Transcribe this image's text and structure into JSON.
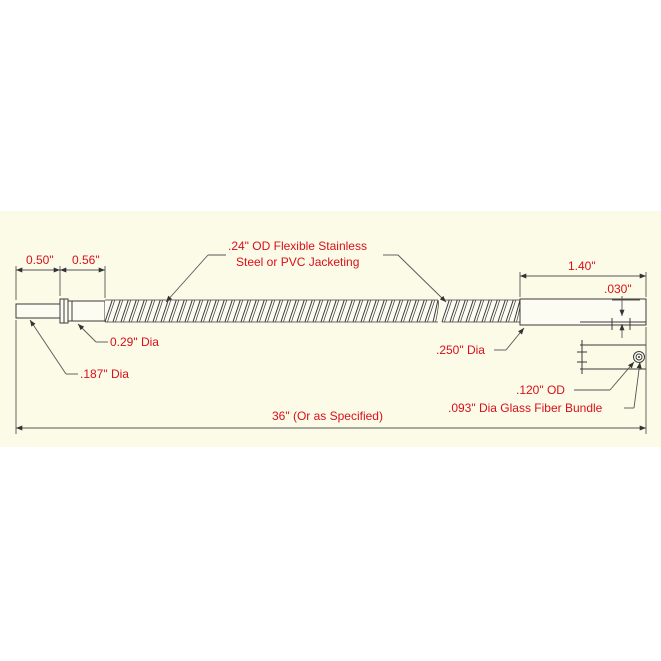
{
  "labels": {
    "dim_050": "0.50\"",
    "dim_056": "0.56\"",
    "jacket_line1": ".24\" OD Flexible Stainless",
    "jacket_line2": "Steel or PVC Jacketing",
    "dim_140": "1.40\"",
    "dim_030": ".030\"",
    "dia_029": "0.29\" Dia",
    "dia_0250": ".250\" Dia",
    "dia_0187": ".187\" Dia",
    "od_0120": ".120\" OD",
    "fiber_bundle": ".093\" Dia Glass Fiber Bundle",
    "overall_length": "36\" (Or as Specified)"
  },
  "colors": {
    "label_red": "#d8101a",
    "line_gray": "#3a3a3a",
    "band_cream": "#fcfbe8"
  }
}
